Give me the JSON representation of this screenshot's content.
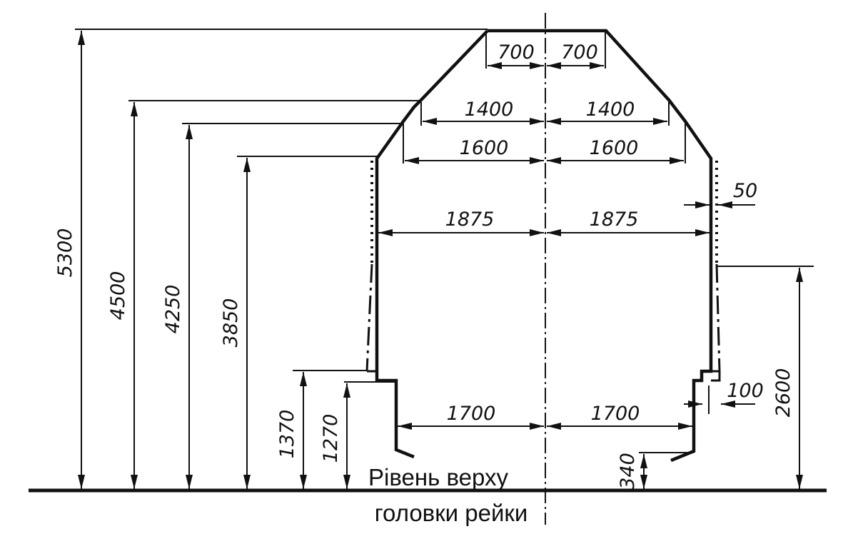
{
  "dimensions": {
    "top_half_left": "700",
    "top_half_right": "700",
    "w1400_left": "1400",
    "w1400_right": "1400",
    "w1600_left": "1600",
    "w1600_right": "1600",
    "w1875_left": "1875",
    "w1875_right": "1875",
    "w1700_left": "1700",
    "w1700_right": "1700",
    "h5300": "5300",
    "h4500": "4500",
    "h4250": "4250",
    "h3850": "3850",
    "h1370": "1370",
    "h1270": "1270",
    "h2600": "2600",
    "h340": "340",
    "off50": "50",
    "off100": "100"
  },
  "caption": {
    "line1": "Рівень верху",
    "line2": "головки рейки"
  },
  "colors": {
    "ink": "#111111",
    "background": "#ffffff"
  }
}
